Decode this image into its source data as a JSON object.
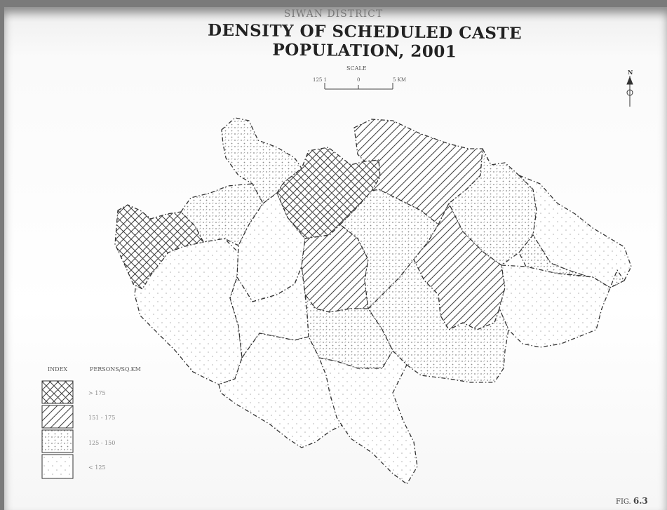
{
  "header": {
    "district": "SIWAN DISTRICT",
    "title": "DENSITY OF SCHEDULED CASTE POPULATION, 2001"
  },
  "scale": {
    "label": "SCALE",
    "ticks": [
      "125 1",
      "0",
      "5 KM"
    ]
  },
  "north_arrow": {
    "label": "N",
    "icon": "north-arrow-icon"
  },
  "legend": {
    "index_header": "INDEX",
    "unit_header": "PERSONS/SQ.KM",
    "items": [
      {
        "pattern": "crosshatch",
        "label": "> 175"
      },
      {
        "pattern": "diagonal",
        "label": "151 - 175"
      },
      {
        "pattern": "dense-dots",
        "label": "125 - 150"
      },
      {
        "pattern": "sparse-dots",
        "label": "< 125"
      }
    ]
  },
  "figure": {
    "prefix": "FIG.",
    "number": "6.3"
  },
  "colors": {
    "ink": "#333333",
    "hatch": "#444444",
    "dots": "#999999",
    "paper": "#ffffff"
  }
}
